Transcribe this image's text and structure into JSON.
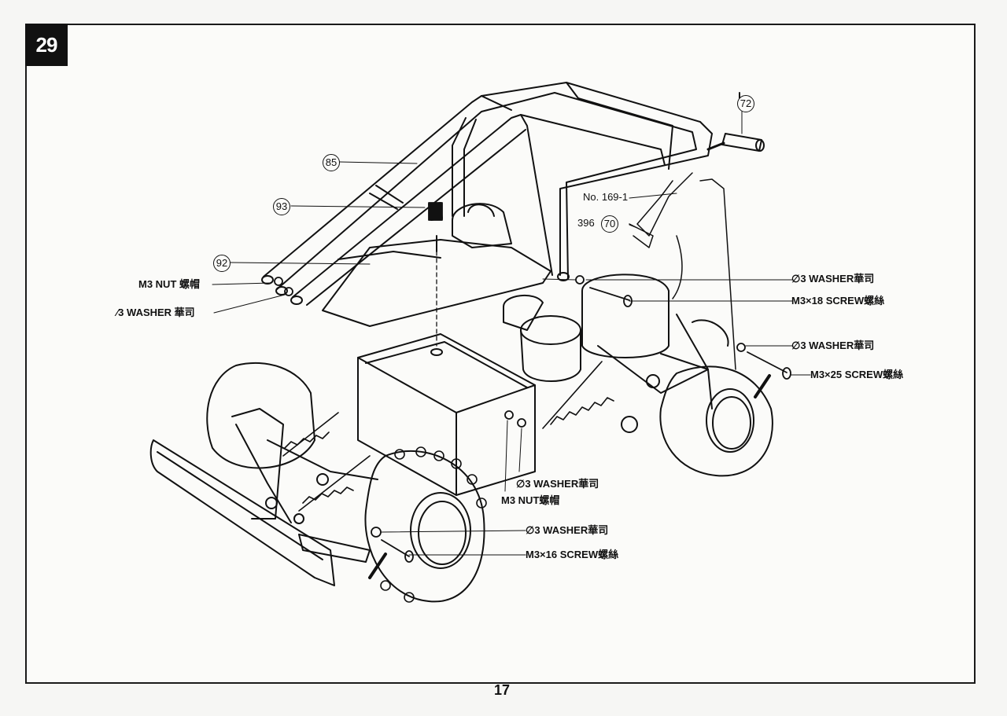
{
  "header": {
    "step_number": "29"
  },
  "parts": {
    "p72": "72",
    "p85": "85",
    "p93": "93",
    "p92": "92",
    "p70": "70",
    "p70_prefix": "396",
    "no169": "No. 169-1"
  },
  "labels": {
    "m3_nut_left": "M3 NUT 螺帽",
    "washer_left": "⁄3 WASHER 華司",
    "washer_r1": "∅3 WASHER華司",
    "screw_m3x18": "M3×18 SCREW螺絲",
    "washer_r2": "∅3 WASHER華司",
    "screw_m3x25": "M3×25 SCREW螺絲",
    "washer_mid": "∅3 WASHER華司",
    "m3_nut_mid": "M3 NUT螺帽",
    "washer_bottom": "∅3 WASHER華司",
    "screw_m3x16": "M3×16 SCREW螺絲"
  },
  "footer": {
    "page_number": "17"
  }
}
